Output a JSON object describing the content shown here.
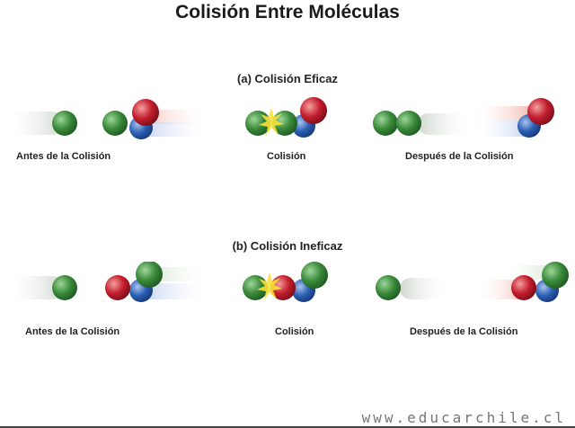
{
  "title": "Colisión Entre Moléculas",
  "sections": [
    {
      "heading": "(a) Colisión Eficaz",
      "labels": {
        "before": "Antes de la Colisión",
        "during": "Colisión",
        "after": "Después de la Colisión"
      }
    },
    {
      "heading": "(b) Colisión Ineficaz",
      "labels": {
        "before": "Antes de la Colisión",
        "during": "Colisión",
        "after": "Después de la Colisión"
      }
    }
  ],
  "footer": "www.educarchile.cl",
  "colors": {
    "green": "#3a8a3a",
    "red": "#c41e2e",
    "blue": "#2c5fb5",
    "flash": "#f7e23a"
  }
}
